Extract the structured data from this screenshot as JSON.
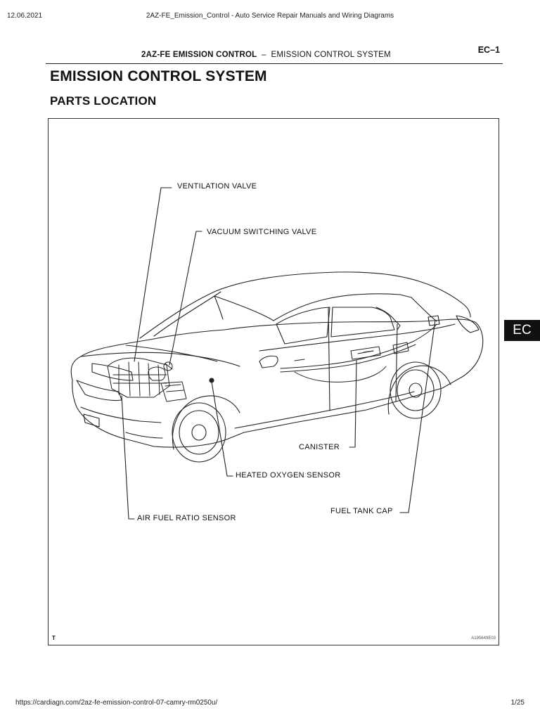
{
  "print_header": {
    "date": "12.06.2021",
    "title": "2AZ-FE_Emission_Control - Auto Service Repair Manuals and Wiring Diagrams"
  },
  "doc_header": {
    "section_bold": "2AZ-FE EMISSION CONTROL",
    "separator": "–",
    "section_sub": "EMISSION CONTROL SYSTEM",
    "page_id": "EC–1"
  },
  "heading": "EMISSION CONTROL SYSTEM",
  "subheading": "PARTS LOCATION",
  "figure": {
    "callouts": {
      "ventilation_valve": "VENTILATION VALVE",
      "vacuum_switching_valve": "VACUUM SWITCHING VALVE",
      "canister": "CANISTER",
      "heated_oxygen_sensor": "HEATED OXYGEN SENSOR",
      "fuel_tank_cap": "FUEL TANK CAP",
      "air_fuel_ratio_sensor": "AIR FUEL RATIO SENSOR"
    },
    "corner_mark": "T",
    "figure_id": "A195649E03"
  },
  "side_tab": "EC",
  "print_footer": {
    "url": "https://cardiagn.com/2az-fe-emission-control-07-camry-rm0250u/",
    "page": "1/25"
  }
}
